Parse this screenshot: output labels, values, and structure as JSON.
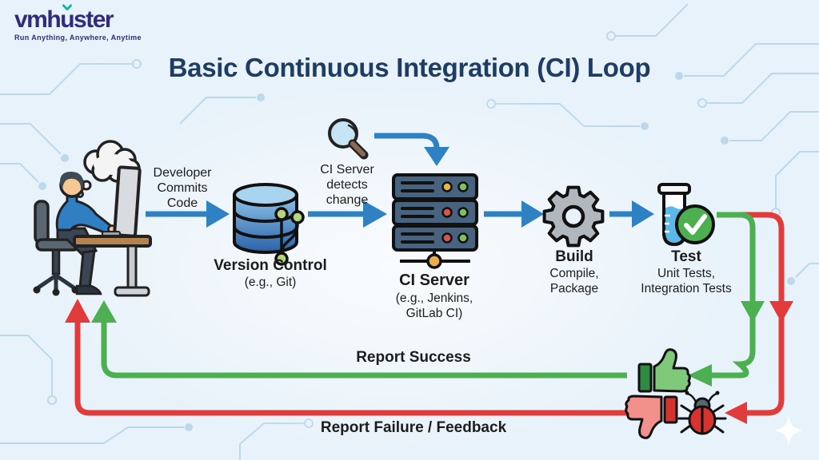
{
  "logo": {
    "brand_prefix": "vmh",
    "brand_accent_letter": "u",
    "brand_suffix": "ster",
    "tagline": "Run Anything, Anywhere, Anytime"
  },
  "title": "Basic Continuous Integration (CI) Loop",
  "flow": {
    "commit": {
      "lines": [
        "Developer",
        "Commits",
        "Code"
      ]
    },
    "version_control": {
      "title": "Version Control",
      "subtitle": "(e.g., Git)"
    },
    "detect": {
      "lines": [
        "CI Server",
        "detects",
        "change"
      ]
    },
    "ci_server": {
      "title": "CI Server",
      "subtitle_lines": [
        "(e.g., Jenkins,",
        "GitLab CI)"
      ]
    },
    "build": {
      "title": "Build",
      "subtitle_lines": [
        "Compile,",
        "Package"
      ]
    },
    "test": {
      "title": "Test",
      "subtitle_lines": [
        "Unit Tests,",
        "Integration Tests"
      ]
    }
  },
  "feedback": {
    "success_label": "Report Success",
    "failure_label": "Report Failure / Feedback"
  },
  "icons": {
    "developer": "person-at-desk-with-monitor",
    "thought_cloud": "thought-cloud",
    "version_control": "database-cylinder-with-git-branch",
    "detect": "magnifying-glass",
    "ci_server": "server-rack-with-network-node",
    "build": "gear",
    "test": "test-tube-with-check-circle",
    "success": "thumbs-up",
    "failure": "thumbs-down",
    "bug": "ladybug",
    "decor": "sparkle"
  },
  "colors": {
    "background": "#e8f2fa",
    "circuit": "#aed1e8",
    "title_text": "#1e3c64",
    "logo_text": "#312a7e",
    "logo_accent": "#12b5a0",
    "arrow_blue": "#2e82c4",
    "success_green": "#4caf50",
    "failure_red": "#e23b3b",
    "text_dark": "#1c1c1c",
    "server_body": "#47637f",
    "gear_gray": "#b0b7bd",
    "desk_brown": "#b5834e"
  }
}
